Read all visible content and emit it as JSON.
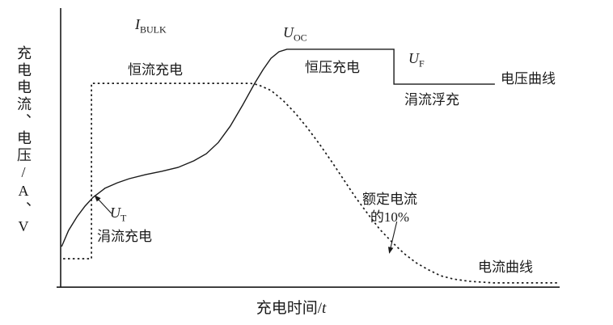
{
  "figure": {
    "labels": {
      "i_bulk": {
        "base": "I",
        "sub": "BULK"
      },
      "u_oc": {
        "base": "U",
        "sub": "OC"
      },
      "u_f": {
        "base": "U",
        "sub": "F"
      },
      "u_t": {
        "base": "U",
        "sub": "T"
      },
      "cc_charge": "恒流充电",
      "cv_charge": "恒压充电",
      "float_charge": "涓流浮充",
      "trickle_charge": "涓流充电",
      "voltage_curve": "电压曲线",
      "current_curve": "电流曲线",
      "rated_line1": "额定电流",
      "rated_line2": "的10%",
      "xlabel_text": "充电时间/",
      "xlabel_italic": "t",
      "ylabel": "充电电流、电压/A、V"
    }
  },
  "chart_data": {
    "type": "line",
    "title": "",
    "xlabel": "充电时间/t",
    "ylabel": "充电电流、电压/A、V",
    "x_range": [
      0,
      100
    ],
    "y_range": [
      0,
      100
    ],
    "grid": false,
    "legend_position": "inline-annotations",
    "line_color": "#1a1a1a",
    "series": [
      {
        "name": "电压曲线",
        "style": "solid",
        "points": [
          [
            0.2,
            14.7
          ],
          [
            1.6,
            20.6
          ],
          [
            3.3,
            25.6
          ],
          [
            4.9,
            29.4
          ],
          [
            6.5,
            32.6
          ],
          [
            8.9,
            35.9
          ],
          [
            11.4,
            37.9
          ],
          [
            13.8,
            39.4
          ],
          [
            17.1,
            40.9
          ],
          [
            20.3,
            42.1
          ],
          [
            23.6,
            43.5
          ],
          [
            26.8,
            45.9
          ],
          [
            29.3,
            48.5
          ],
          [
            31.7,
            52.6
          ],
          [
            34.1,
            58.5
          ],
          [
            36.6,
            66.2
          ],
          [
            39.0,
            74.1
          ],
          [
            40.7,
            79.1
          ],
          [
            42.3,
            83.2
          ],
          [
            43.9,
            85.6
          ],
          [
            45.5,
            86.5
          ],
          [
            67.0,
            86.5
          ],
          [
            67.0,
            73.8
          ],
          [
            87.3,
            73.8
          ]
        ]
      },
      {
        "name": "电流曲线",
        "style": "dashed",
        "points": [
          [
            0.5,
            10.3
          ],
          [
            6.2,
            10.3
          ],
          [
            6.2,
            74.1
          ],
          [
            38.2,
            74.1
          ],
          [
            39.8,
            73.5
          ],
          [
            42.3,
            71.5
          ],
          [
            44.7,
            67.9
          ],
          [
            47.2,
            63.2
          ],
          [
            49.6,
            57.9
          ],
          [
            52.0,
            52.1
          ],
          [
            54.5,
            45.6
          ],
          [
            56.9,
            39.1
          ],
          [
            59.3,
            32.6
          ],
          [
            61.8,
            26.5
          ],
          [
            64.2,
            20.9
          ],
          [
            66.7,
            16.2
          ],
          [
            69.1,
            12.1
          ],
          [
            71.5,
            8.8
          ],
          [
            74.0,
            6.2
          ],
          [
            76.4,
            4.1
          ],
          [
            78.9,
            2.9
          ],
          [
            82.1,
            2.1
          ],
          [
            87.0,
            1.5
          ],
          [
            100.0,
            1.5
          ]
        ]
      }
    ],
    "arrows": [
      {
        "name": "ut-arrow",
        "from": [
          10.2,
          26.8
        ],
        "to": [
          6.9,
          33.2
        ]
      },
      {
        "name": "rated-current-arrow",
        "from": [
          67.6,
          23.8
        ],
        "to": [
          66.1,
          12.4
        ]
      }
    ],
    "annotations": [
      {
        "text": "I_BULK",
        "x": 16,
        "y": 96,
        "meaning": "bulk constant-current level"
      },
      {
        "text": "恒流充电",
        "x": 16,
        "y": 79
      },
      {
        "text": "U_OC",
        "x": 46,
        "y": 93,
        "meaning": "over-charge voltage level"
      },
      {
        "text": "恒压充电",
        "x": 52,
        "y": 80
      },
      {
        "text": "U_F",
        "x": 71,
        "y": 83,
        "meaning": "float voltage level"
      },
      {
        "text": "涓流浮充",
        "x": 71,
        "y": 67
      },
      {
        "text": "电压曲线",
        "x": 91,
        "y": 75
      },
      {
        "text": "U_T",
        "x": 10,
        "y": 25,
        "meaning": "trickle threshold voltage"
      },
      {
        "text": "涓流充电",
        "x": 9,
        "y": 17
      },
      {
        "text": "额定电流的10%",
        "x": 64,
        "y": 30
      },
      {
        "text": "电流曲线",
        "x": 86,
        "y": 7
      }
    ]
  }
}
